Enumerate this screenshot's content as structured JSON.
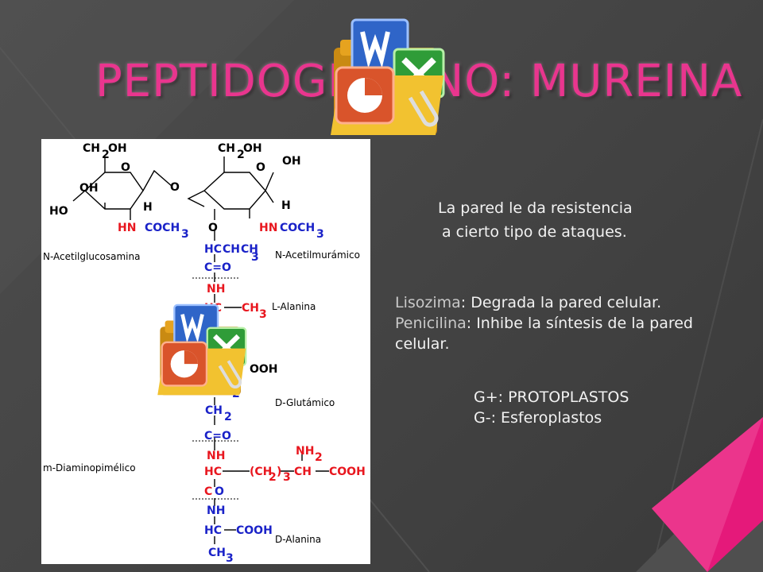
{
  "slide": {
    "title": "PEPTIDOGLICANO: MUREINA",
    "resistance_line1": "La pared le da resistencia",
    "resistance_line2": "a cierto tipo de ataques.",
    "lisozima_term": "Lisozima",
    "lisozima_desc": ": Degrada la pared celular.",
    "penicilina_term": "Penicilina",
    "penicilina_desc": ": Inhibe la síntesis de la pared",
    "penicilina_desc2": "celular.",
    "gplus": "G+: PROTOPLASTOS",
    "gminus": "G-: Esferoplastos",
    "accent_color": "#e9358e",
    "icons": [
      "office-folder-icon",
      "word-icon",
      "excel-icon",
      "powerpoint-icon",
      "paperclip-icon"
    ]
  },
  "diagram": {
    "ch2oh": "CH",
    "sub2": "2",
    "oh": "OH",
    "o": "O",
    "h": "H",
    "ho": "HO",
    "hn": "HN",
    "coch": "COCH",
    "sub3": "3",
    "nag": "N-Acetilglucosamina",
    "nam": "N-Acetilmurámico",
    "hc": "HC",
    "ch": "CH",
    "c_o": "C=O",
    "nh": "NH",
    "ala": "L-Alanina",
    "glu": "D-Glutámico",
    "dap": "m-Diaminopimélico",
    "dala": "D-Alanina",
    "cooh": "COOH",
    "ooh": "OOH",
    "ch2_paren": "(CH",
    "paren_close": ")",
    "nh2": "NH",
    "c": "C"
  }
}
